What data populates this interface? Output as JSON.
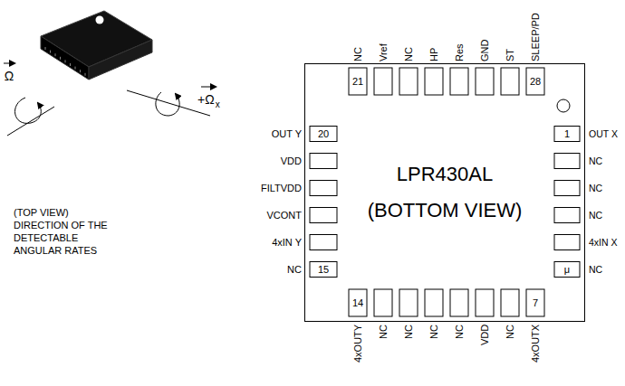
{
  "diagram": {
    "nodes": [
      {
        "text": [
          "LPR430AL",
          "(BOTTOM VIEW)"
        ]
      }
    ],
    "labels": [
      "Ω",
      "+Ω",
      "x",
      "(TOP VIEW) DIRECTION OF THE DETECTABLE ANGULAR RATES",
      "NC",
      "Vref",
      "NC",
      "HP",
      "Res",
      "GND",
      "ST",
      "SLEEP/PD",
      "21",
      "28",
      "OUT Y",
      "VDD",
      "FILTVDD",
      "VCONT",
      "4xIN Y",
      "NC",
      "20",
      "15",
      "OUT X",
      "NC",
      "NC",
      "NC",
      "4xIN X",
      "NC",
      "1",
      "μ",
      "4xOUTY",
      "NC",
      "NC",
      "NC",
      "NC",
      "VDD",
      "NC",
      "4xOUTX",
      "14",
      "7"
    ]
  }
}
